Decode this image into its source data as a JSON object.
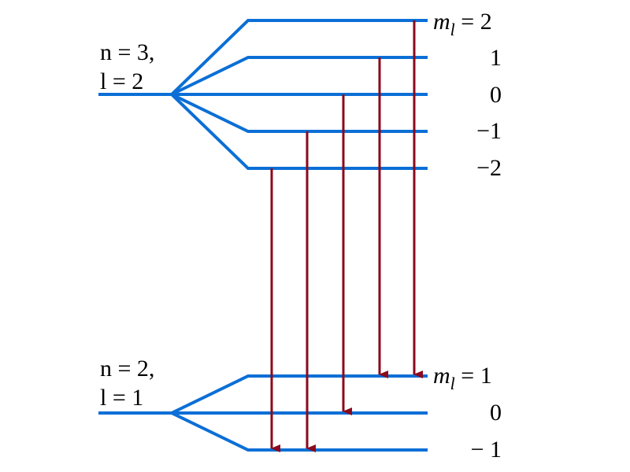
{
  "colors": {
    "level_line": "#0b6fd6",
    "transition_arrow": "#8a0a1e",
    "text": "#000000"
  },
  "upper_state": {
    "n_text": "n = 3,",
    "l_text": "l = 2",
    "ml_symbol": "m",
    "ml_subscript": "l",
    "ml_equals": " = ",
    "ml_values": [
      "2",
      "1",
      "0",
      "−1",
      "−2"
    ]
  },
  "lower_state": {
    "n_text": "n = 2,",
    "l_text": "l = 1",
    "ml_symbol": "m",
    "ml_subscript": "l",
    "ml_equals": " = ",
    "ml_values": [
      "1",
      "0",
      "− 1"
    ]
  },
  "transitions": [
    {
      "from_ml": "−2",
      "to_ml": "− 1"
    },
    {
      "from_ml": "−1",
      "to_ml": "− 1"
    },
    {
      "from_ml": "0",
      "to_ml": "0"
    },
    {
      "from_ml": "1",
      "to_ml": "1"
    },
    {
      "from_ml": "2",
      "to_ml": "1"
    }
  ]
}
